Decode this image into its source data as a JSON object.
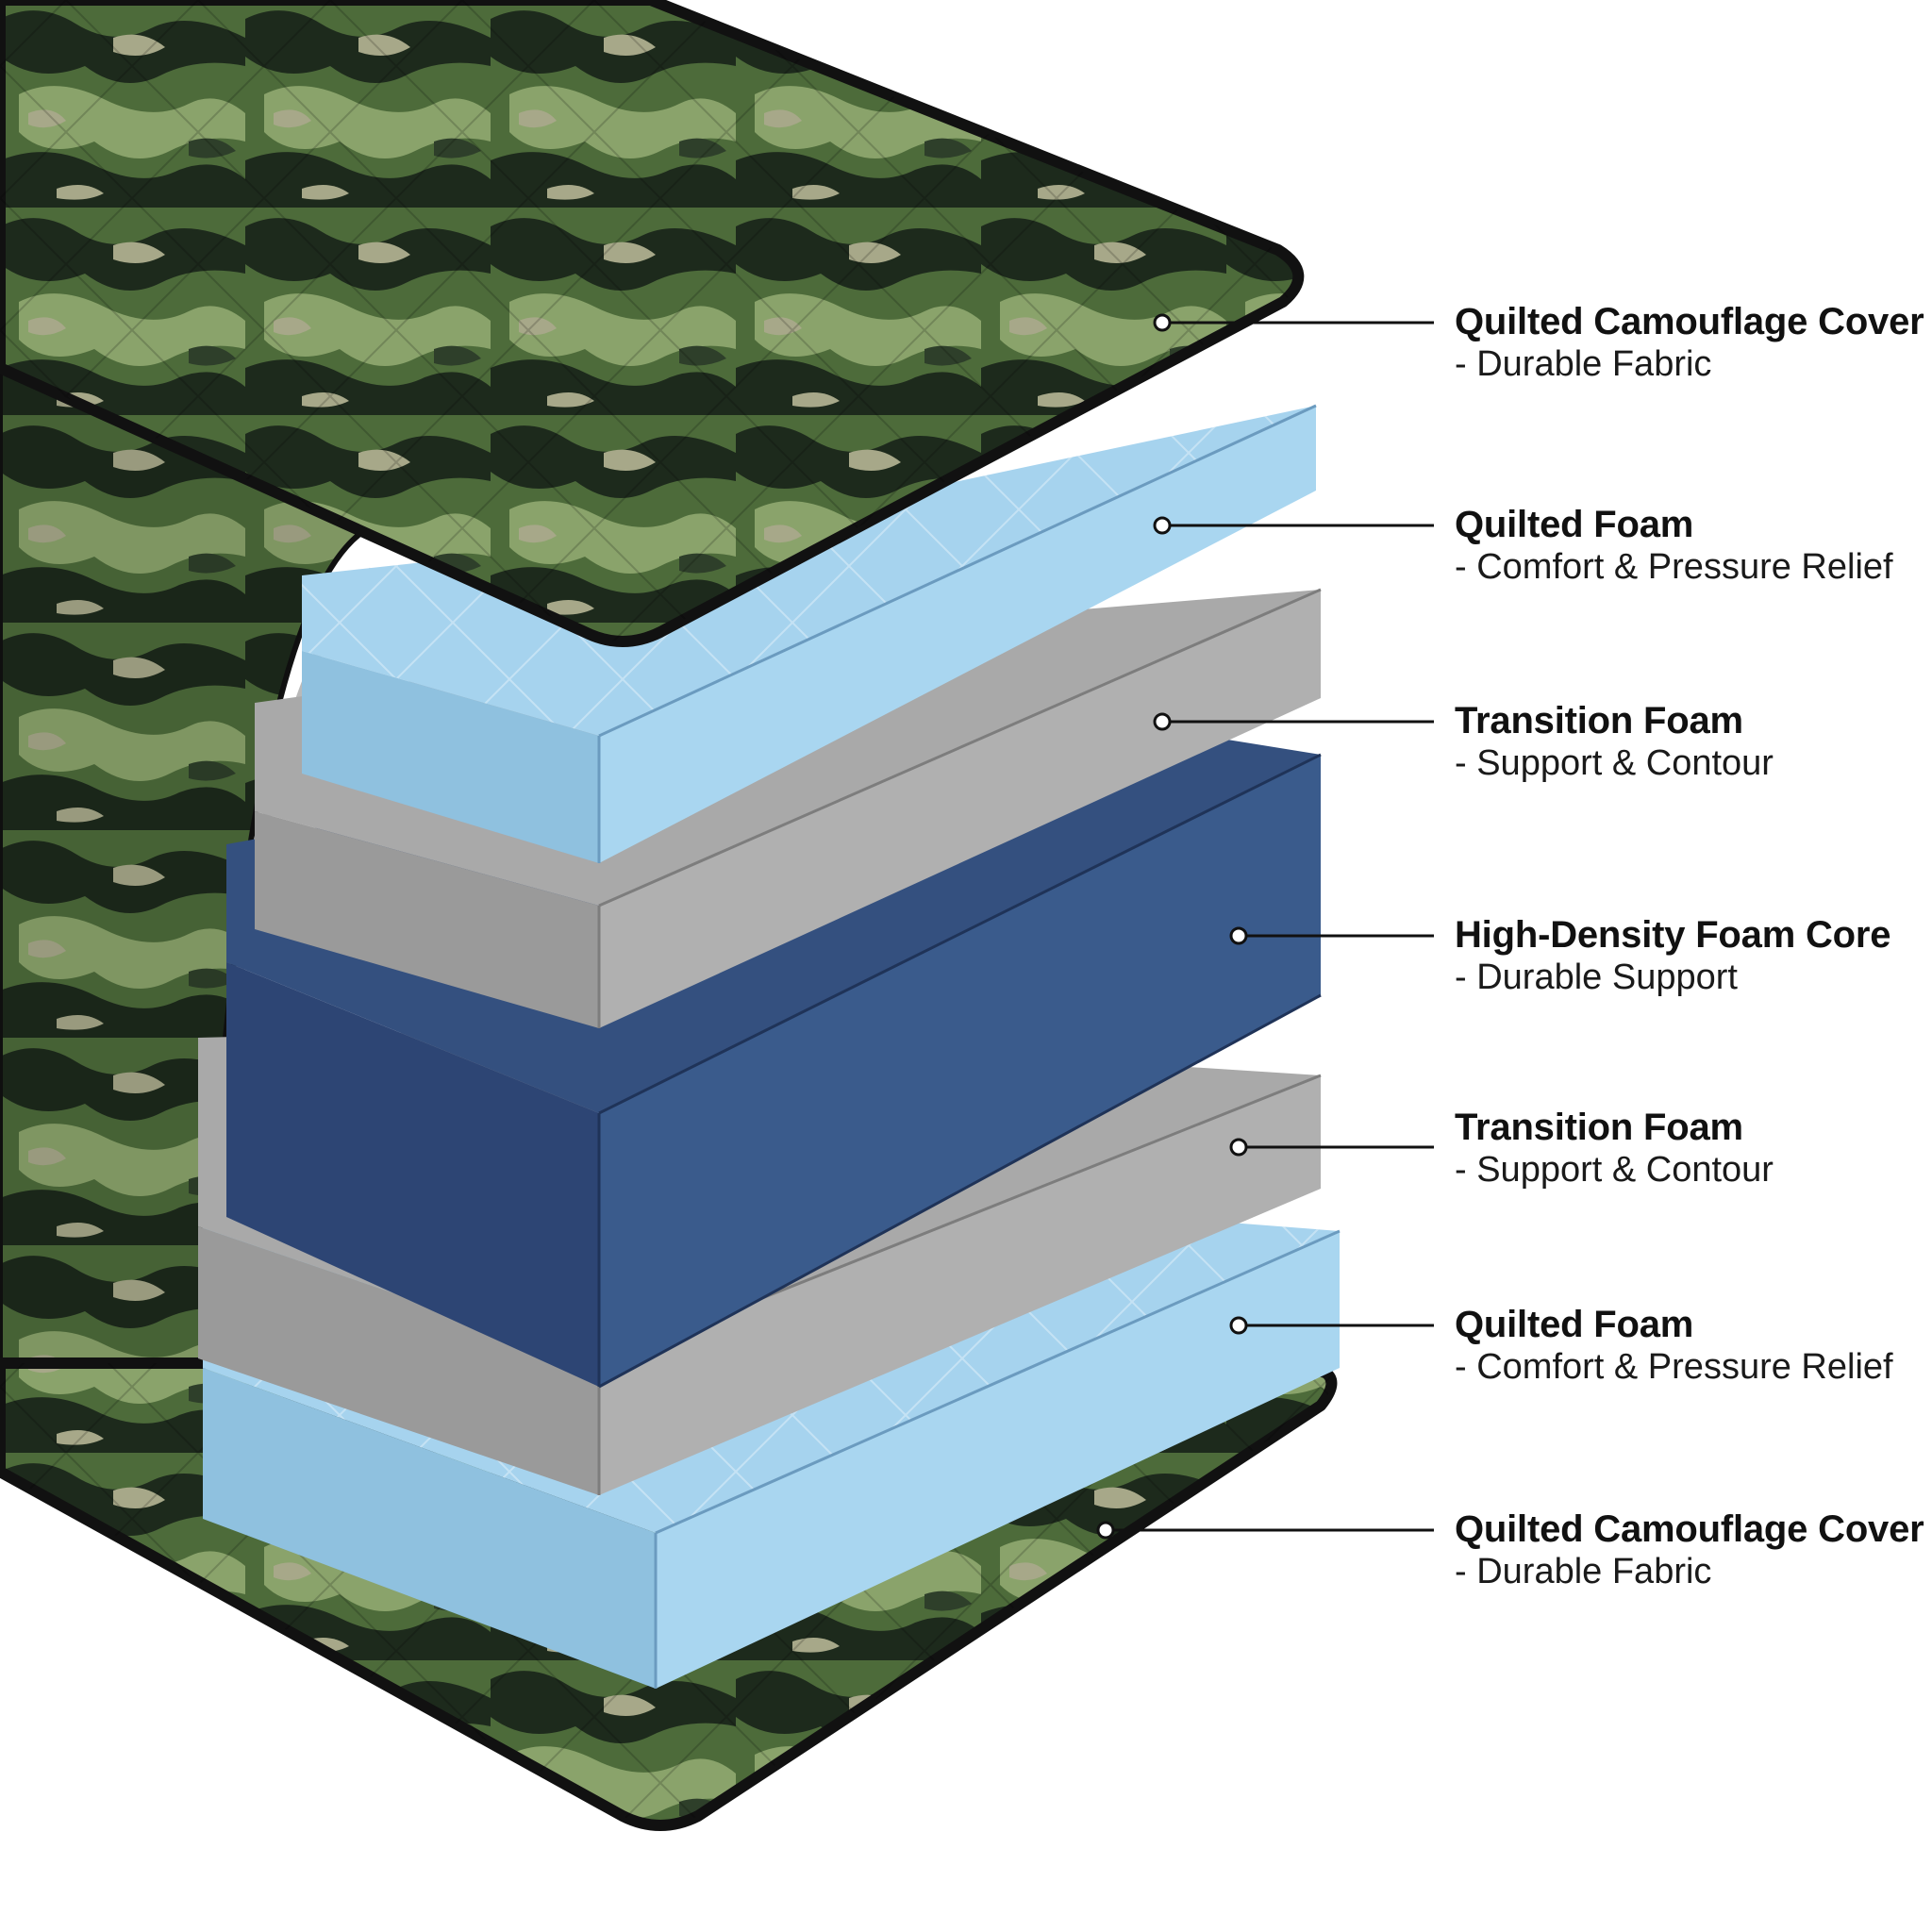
{
  "colors": {
    "camo_dark": "#1d2a1c",
    "camo_mid": "#4d6b3a",
    "camo_light": "#8aa36b",
    "camo_tan": "#a7a889",
    "quilted_foam_light": "#a6d3ee",
    "quilted_foam_side": "#8fc1df",
    "transition_foam_top": "#a9a9a9",
    "transition_foam_side": "#9a9a9a",
    "core_top": "#34507f",
    "core_front": "#3a5b8c",
    "core_side": "#2f4a78",
    "zipper": "#b9b9b9",
    "outline": "#111111",
    "leader": "#111111"
  },
  "layers": [
    {
      "id": "top-cover",
      "title": "Quilted Camouflage Cover",
      "subtitle": "- Durable Fabric",
      "icon": "leader-dot-icon"
    },
    {
      "id": "top-quilted-foam",
      "title": "Quilted Foam",
      "subtitle": "- Comfort & Pressure Relief",
      "icon": "leader-dot-icon"
    },
    {
      "id": "top-transition-foam",
      "title": "Transition Foam",
      "subtitle": "- Support & Contour",
      "icon": "leader-dot-icon"
    },
    {
      "id": "foam-core",
      "title": "High-Density Foam Core",
      "subtitle": "- Durable Support",
      "icon": "leader-dot-icon"
    },
    {
      "id": "bottom-transition-foam",
      "title": "Transition Foam",
      "subtitle": "- Support & Contour",
      "icon": "leader-dot-icon"
    },
    {
      "id": "bottom-quilted-foam",
      "title": "Quilted Foam",
      "subtitle": "- Comfort & Pressure Relief",
      "icon": "leader-dot-icon"
    },
    {
      "id": "bottom-cover",
      "title": "Quilted Camouflage Cover",
      "subtitle": "- Durable Fabric",
      "icon": "leader-dot-icon"
    }
  ]
}
